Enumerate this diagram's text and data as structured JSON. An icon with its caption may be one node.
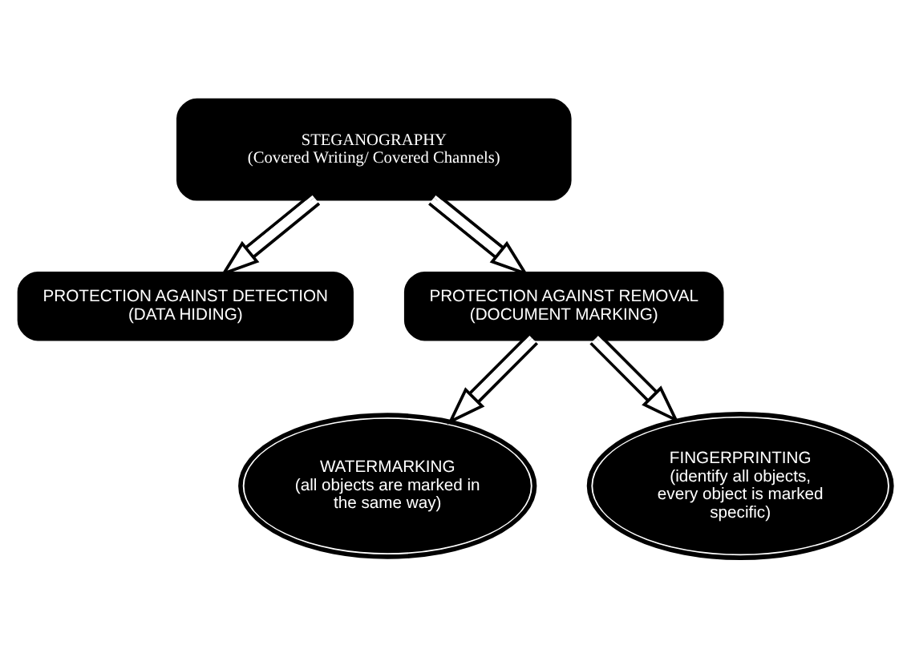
{
  "diagram": {
    "nodes": [
      {
        "text": [
          "STEGANOGRAPHY",
          "(Covered Writing/ Covered Channels)"
        ]
      },
      {
        "text": [
          "PROTECTION AGAINST DETECTION",
          "(DATA HIDING)"
        ]
      },
      {
        "text": [
          "PROTECTION AGAINST REMOVAL",
          "(DOCUMENT MARKING)"
        ]
      },
      {
        "text": [
          "WATERMARKING",
          "(all objects are marked in the same way)"
        ]
      },
      {
        "text": [
          "FINGERPRINTING",
          "(identify all objects, every object is marked specific)"
        ]
      }
    ],
    "edges": [
      {
        "from": 0,
        "to": 1,
        "arrow": "to"
      },
      {
        "from": 0,
        "to": 2,
        "arrow": "to"
      },
      {
        "from": 2,
        "to": 3,
        "arrow": "to"
      },
      {
        "from": 2,
        "to": 4,
        "arrow": "to"
      }
    ]
  }
}
